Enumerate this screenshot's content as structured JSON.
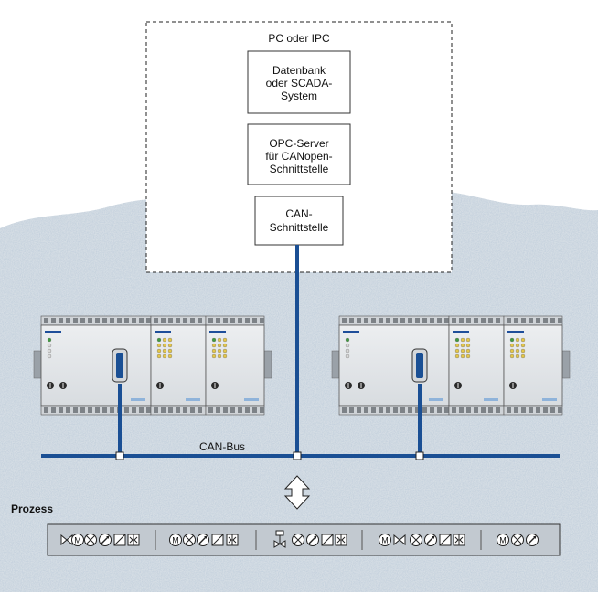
{
  "pc_group": {
    "title": "PC oder IPC"
  },
  "boxes": {
    "database": [
      "Datenbank",
      "oder SCADA-",
      "System"
    ],
    "opc_server": [
      "OPC-Server",
      "für CANopen-",
      "Schnittstelle"
    ],
    "can_interface": [
      "CAN-",
      "Schnittstelle"
    ]
  },
  "bus": {
    "label": "CAN-Bus"
  },
  "process": {
    "label": "Prozess"
  },
  "colors": {
    "bus": "#1a4f94",
    "backdrop": "#c9d6df",
    "module": "#e4e7ea",
    "process_bar": "#c2c9d0"
  },
  "icons": {
    "exchange": "double-arrow-icon",
    "motor": "motor-icon",
    "lamp": "lamp-icon",
    "sensor": "sensor-icon",
    "valve": "valve-icon"
  }
}
